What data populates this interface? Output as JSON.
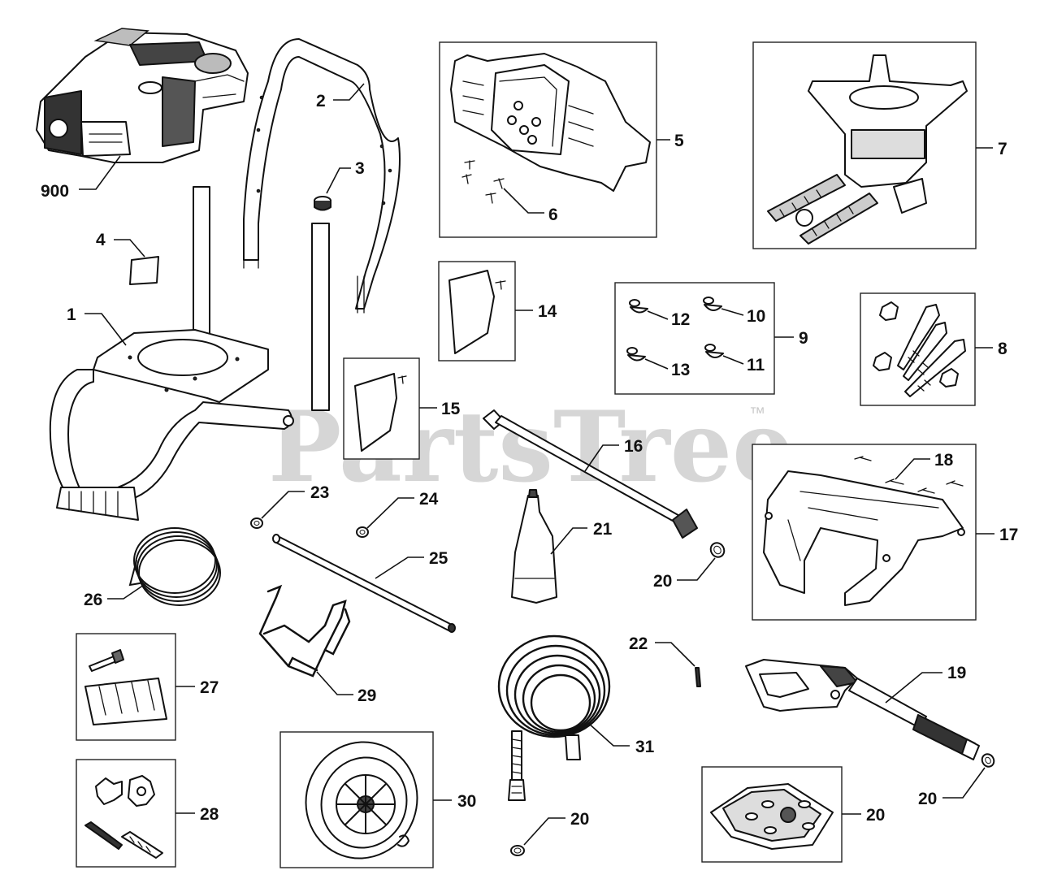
{
  "watermark": {
    "text": "PartsTree",
    "trademark": "™"
  },
  "callouts": {
    "engine": "900",
    "handle": "2",
    "cap": "3",
    "decal": "4",
    "frame": "1",
    "console": "5",
    "console_screws": "6",
    "pump": "7",
    "bolt_kit": "8",
    "screw_kit": "9",
    "screw_10": "10",
    "screw_11": "11",
    "screw_12": "12",
    "screw_13": "13",
    "panel_14": "14",
    "panel_15": "15",
    "wand": "16",
    "guard": "17",
    "guard_screws": "18",
    "gun": "19",
    "oring_wand": "20",
    "oring_gun": "20",
    "oring_hose": "20",
    "nozzle_plate": "20",
    "soap_nozzle": "21",
    "pin": "22",
    "washer_23": "23",
    "washer_24": "24",
    "axle": "25",
    "tube": "26",
    "foot_kit": "27",
    "knob_kit": "28",
    "hose_hook": "29",
    "wheel": "30",
    "hose": "31"
  }
}
